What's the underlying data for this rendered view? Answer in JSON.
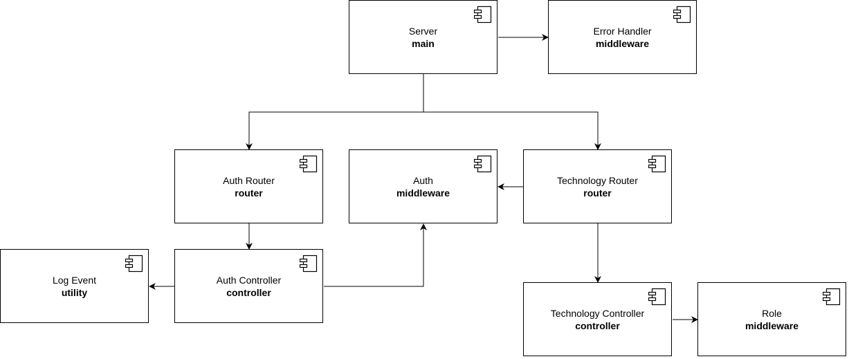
{
  "diagram": {
    "nodes": [
      {
        "id": "server",
        "title": "Server",
        "kind": "main",
        "icon": "component-icon"
      },
      {
        "id": "error-handler",
        "title": "Error Handler",
        "kind": "middleware",
        "icon": "component-icon"
      },
      {
        "id": "auth-router",
        "title": "Auth Router",
        "kind": "router",
        "icon": "component-icon"
      },
      {
        "id": "auth",
        "title": "Auth",
        "kind": "middleware",
        "icon": "component-icon"
      },
      {
        "id": "technology-router",
        "title": "Technology Router",
        "kind": "router",
        "icon": "component-icon"
      },
      {
        "id": "log-event",
        "title": "Log Event",
        "kind": "utility",
        "icon": "component-icon"
      },
      {
        "id": "auth-controller",
        "title": "Auth Controller",
        "kind": "controller",
        "icon": "component-icon"
      },
      {
        "id": "technology-controller",
        "title": "Technology Controller",
        "kind": "controller",
        "icon": "component-icon"
      },
      {
        "id": "role",
        "title": "Role",
        "kind": "middleware",
        "icon": "component-icon"
      }
    ],
    "edges": [
      {
        "from": "server",
        "to": "error-handler"
      },
      {
        "from": "server",
        "to": "auth-router"
      },
      {
        "from": "server",
        "to": "technology-router"
      },
      {
        "from": "technology-router",
        "to": "auth"
      },
      {
        "from": "auth-router",
        "to": "auth-controller"
      },
      {
        "from": "auth-controller",
        "to": "log-event"
      },
      {
        "from": "auth-controller",
        "to": "auth"
      },
      {
        "from": "technology-router",
        "to": "technology-controller"
      },
      {
        "from": "technology-controller",
        "to": "role"
      }
    ],
    "colors": {
      "stroke": "#000000",
      "fill": "#ffffff"
    }
  }
}
